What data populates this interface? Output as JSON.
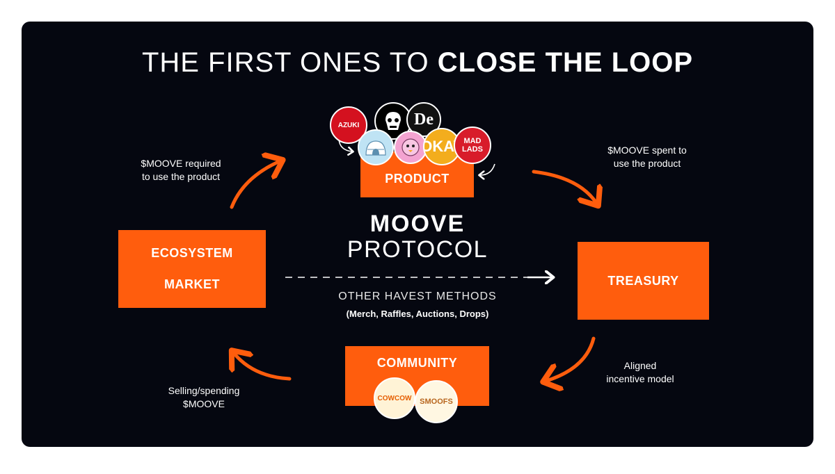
{
  "title": {
    "light": "THE FIRST ONES TO ",
    "bold": "CLOSE THE LOOP"
  },
  "nodes": {
    "product": "PRODUCT",
    "ecosystem_top": "ECOSYSTEM",
    "ecosystem_bottom": "MARKET",
    "treasury": "TREASURY",
    "community": "COMMUNITY"
  },
  "center": {
    "moove": "MOOVE",
    "protocol": "PROTOCOL",
    "other": "OTHER HAVEST METHODS",
    "other_sub": "(Merch, Raffles, Auctions, Drops)"
  },
  "edges": {
    "required": [
      "$MOOVE required",
      "to use the product"
    ],
    "spent": [
      "$MOOVE spent to",
      "use the product"
    ],
    "aligned": [
      "Aligned",
      "incentive model"
    ],
    "selling": [
      "Selling/spending",
      "$MOOVE"
    ]
  },
  "logos": {
    "azuki": "AZUKI",
    "de": "De",
    "okay": "OKAY",
    "madlads": [
      "MAD",
      "LADS"
    ],
    "cowcow": "COWCOW",
    "smoofs": "SMOOFS"
  },
  "colors": {
    "accent": "#ff5d0d",
    "background": "#050710"
  }
}
